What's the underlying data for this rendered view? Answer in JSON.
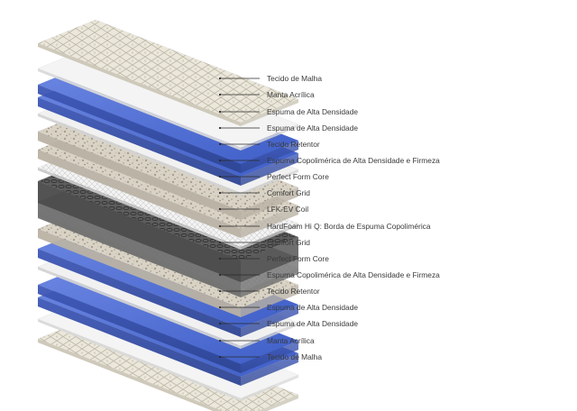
{
  "layers": [
    {
      "label": "Tecido de Malha",
      "material": "quilted-fabric",
      "color": "#e7e3d6"
    },
    {
      "label": "Manta Acrílica",
      "material": "acrylic-blanket",
      "color": "#f2f2f2"
    },
    {
      "label": "Espuma de Alta Densidade",
      "material": "blue-foam",
      "color": "#4f6fd6"
    },
    {
      "label": "Espuma de Alta Densidade",
      "material": "blue-foam",
      "color": "#4f6fd6"
    },
    {
      "label": "Tecido Retentor",
      "material": "retainer-fabric",
      "color": "#f2f2f2"
    },
    {
      "label": "Espuma Copolimérica de Alta Densidade e Firmeza",
      "material": "speckled-foam",
      "color": "#d6d0c4"
    },
    {
      "label": "Perfect Form Core",
      "material": "speckled-foam",
      "color": "#d6d0c4"
    },
    {
      "label": "Comfort Grid",
      "material": "grid",
      "color": "#eeeeee"
    },
    {
      "label": "LFK-EV Coil",
      "material": "coil-unit",
      "color": "#6e6e6e"
    },
    {
      "label": "HardFoam Hi Q: Borda de Espuma Copolimérica",
      "material": "foam-border",
      "color": "#8a8a8a"
    },
    {
      "label": "Comfort Grid",
      "material": "grid",
      "color": "#eeeeee"
    },
    {
      "label": "Perfect Form Core",
      "material": "speckled-foam",
      "color": "#d6d0c4"
    },
    {
      "label": "Espuma Copolimérica de Alta Densidade e Firmeza",
      "material": "blue-foam",
      "color": "#4f6fd6"
    },
    {
      "label": "Tecido Retentor",
      "material": "retainer-fabric",
      "color": "#f2f2f2"
    },
    {
      "label": "Espuma de Alta Densidade",
      "material": "blue-foam",
      "color": "#4f6fd6"
    },
    {
      "label": "Espuma de Alta Densidade",
      "material": "blue-foam",
      "color": "#4f6fd6"
    },
    {
      "label": "Manta Acrílica",
      "material": "acrylic-blanket",
      "color": "#f2f2f2"
    },
    {
      "label": "Tecido de Malha",
      "material": "quilted-fabric",
      "color": "#e7e3d6"
    }
  ]
}
